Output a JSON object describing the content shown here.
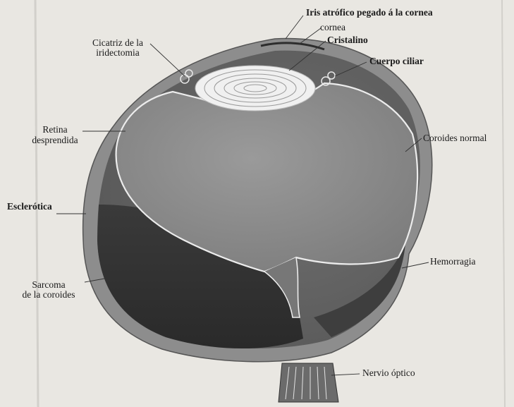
{
  "labels": {
    "iris": "Iris atrófico pegado á la cornea",
    "cornea": "cornea",
    "cristalino": "Cristalino",
    "cuerpo_ciliar": "Cuerpo ciliar",
    "cicatriz_line1": "Cicatriz de la",
    "cicatriz_line2": "iridectomia",
    "retina_line1": "Retina",
    "retina_line2": "desprendida",
    "coroides_normal": "Coroides normal",
    "esclerotica": "Esclerótica",
    "hemorragia": "Hemorragia",
    "sarcoma_line1": "Sarcoma",
    "sarcoma_line2": "de la coroides",
    "nervio": "Nervio óptico"
  }
}
